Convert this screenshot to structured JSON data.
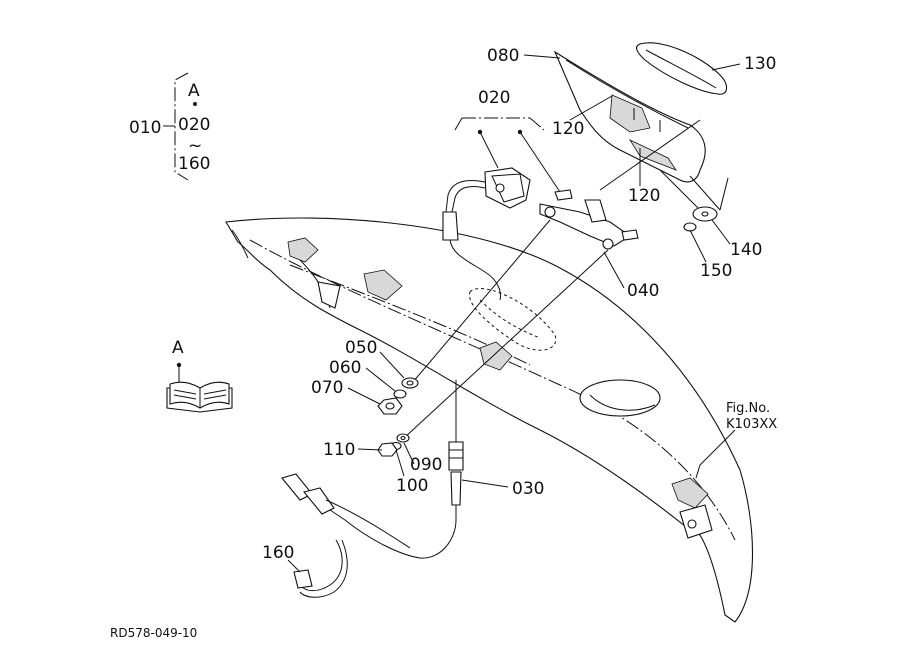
{
  "title": "",
  "range_bracket": {
    "parent": "010",
    "ref": "A",
    "from": "020",
    "tilde": "~",
    "to": "160"
  },
  "ref_symbol": "A",
  "fig_ref": {
    "line1": "Fig.No.",
    "line2": "K103XX"
  },
  "callouts": [
    {
      "id": "080"
    },
    {
      "id": "130"
    },
    {
      "id": "020"
    },
    {
      "id": "120"
    },
    {
      "id": "120"
    },
    {
      "id": "140"
    },
    {
      "id": "150"
    },
    {
      "id": "040"
    },
    {
      "id": "050"
    },
    {
      "id": "060"
    },
    {
      "id": "070"
    },
    {
      "id": "110"
    },
    {
      "id": "090"
    },
    {
      "id": "100"
    },
    {
      "id": "030"
    },
    {
      "id": "160"
    }
  ],
  "drawing_code": "RD578-049-10"
}
